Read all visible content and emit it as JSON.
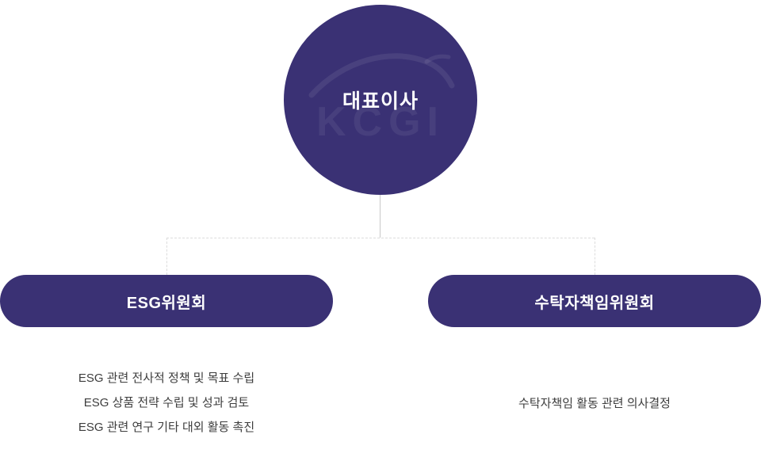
{
  "colors": {
    "primary": "#3a3174",
    "connector": "#dcdcdc",
    "detail_text": "#3d3d3d",
    "background": "#ffffff"
  },
  "org_chart": {
    "root": {
      "label": "대표이사",
      "watermark": "KCGI"
    },
    "children": [
      {
        "label": "ESG위원회",
        "details": [
          "ESG 관련 전사적 정책 및 목표 수립",
          "ESG 상품 전략 수립 및 성과 검토",
          "ESG 관련 연구 기타 대외 활동 촉진"
        ]
      },
      {
        "label": "수탁자책임위원회",
        "details": [
          "수탁자책임 활동 관련 의사결정"
        ]
      }
    ]
  }
}
